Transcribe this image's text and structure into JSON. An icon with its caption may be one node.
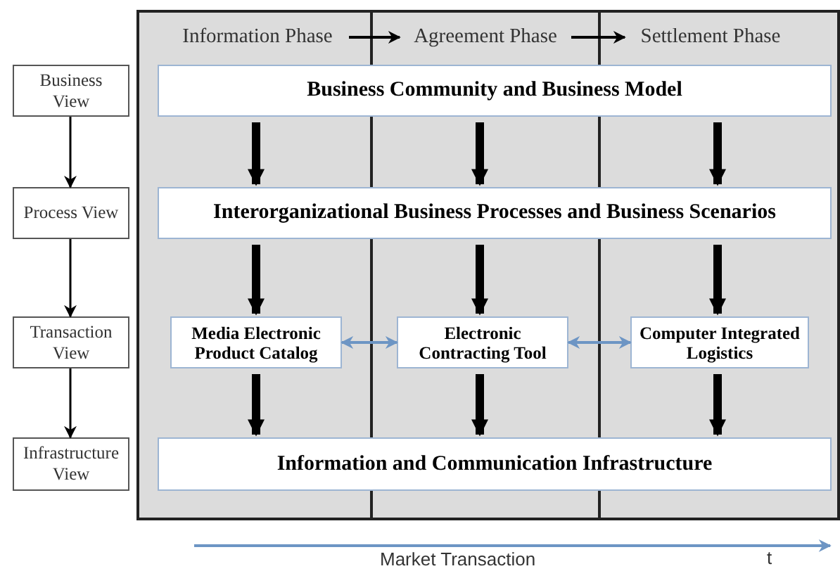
{
  "diagram": {
    "nodes": [
      {
        "text": [
          "Business View"
        ]
      },
      {
        "text": [
          "Process View"
        ]
      },
      {
        "text": [
          "Transaction View"
        ]
      },
      {
        "text": [
          "Infrastructure View"
        ]
      },
      {
        "text": [],
        "shape": "box"
      },
      {
        "text": [
          "Information Phase"
        ],
        "in": 4
      },
      {
        "text": [
          "Agreement Phase"
        ],
        "in": 4
      },
      {
        "text": [
          "Settlement Phase"
        ],
        "in": 4
      },
      {
        "text": [
          "Business Community and Business Model"
        ],
        "in": 4
      },
      {
        "text": [
          "Interorganizational Business Processes and Business Scenarios"
        ],
        "in": 4
      },
      {
        "text": [
          "Media Electronic Product Catalog"
        ],
        "in": 4
      },
      {
        "text": [
          "Electronic Contracting Tool"
        ],
        "in": 4
      },
      {
        "text": [
          "Computer Integrated Logistics"
        ],
        "in": 4
      },
      {
        "text": [
          "Information and Communication Infrastructure"
        ],
        "in": 4
      }
    ],
    "edges": [
      {
        "from": 0,
        "to": 1,
        "arrow": "to"
      },
      {
        "from": 1,
        "to": 2,
        "arrow": "to"
      },
      {
        "from": 2,
        "to": 3,
        "arrow": "to"
      },
      {
        "from": 5,
        "to": 6,
        "arrow": "to"
      },
      {
        "from": 6,
        "to": 7,
        "arrow": "to"
      },
      {
        "from": 8,
        "to": 9,
        "arrow": "to"
      },
      {
        "from": 8,
        "to": 9,
        "arrow": "to"
      },
      {
        "from": 8,
        "to": 9,
        "arrow": "to"
      },
      {
        "from": 9,
        "to": 10,
        "arrow": "to"
      },
      {
        "from": 9,
        "to": 11,
        "arrow": "to"
      },
      {
        "from": 9,
        "to": 12,
        "arrow": "to"
      },
      {
        "from": 10,
        "to": 13,
        "arrow": "to"
      },
      {
        "from": 11,
        "to": 13,
        "arrow": "to"
      },
      {
        "from": 12,
        "to": 13,
        "arrow": "to"
      },
      {
        "from": 10,
        "to": 11,
        "arrow": "both",
        "color": "#6d95c4"
      },
      {
        "from": 11,
        "to": 12,
        "arrow": "both",
        "color": "#6d95c4"
      }
    ],
    "labels": [
      "Market Transaction",
      "t"
    ]
  }
}
